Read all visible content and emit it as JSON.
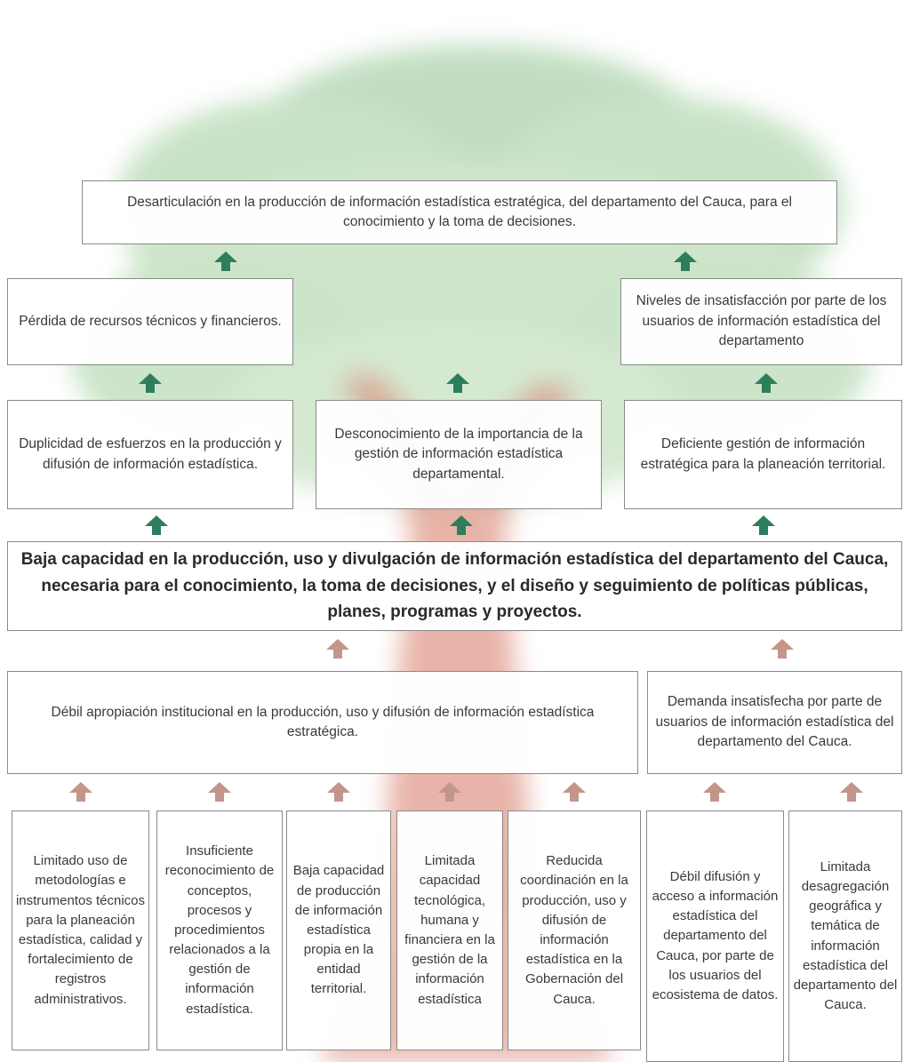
{
  "colors": {
    "effect_arrow": "#2e7d5b",
    "cause_arrow": "#c4958a",
    "box_border": "#8a8a8a",
    "canopy": "#8fc28f",
    "trunk": "#d9826f"
  },
  "icons": {
    "effect_arrow": "arrow-up-green",
    "cause_arrow": "arrow-up-brown"
  },
  "effects": {
    "top": "Desarticulación en la producción de información estadística estratégica, del departamento del Cauca, para el conocimiento y la toma de decisiones.",
    "level2": [
      "Pérdida de recursos técnicos y financieros.",
      "Niveles de insatisfacción por parte de los usuarios de información estadística del departamento"
    ],
    "level3": [
      "Duplicidad de esfuerzos en la producción y difusión de información estadística.",
      "Desconocimiento de la importancia de la gestión de información estadística departamental.",
      "Deficiente gestión de información estratégica para la planeación territorial."
    ]
  },
  "core_problem": "Baja capacidad en la producción, uso y divulgación de información estadística del departamento del Cauca, necesaria para el conocimiento, la toma de decisiones, y el diseño y seguimiento de políticas públicas, planes, programas y proyectos.",
  "causes": {
    "main": [
      "Débil apropiación institucional en la producción, uso y difusión de información estadística estratégica.",
      "Demanda insatisfecha por parte de usuarios de información estadística del departamento del Cauca."
    ],
    "root": [
      "Limitado uso de metodologías e instrumentos técnicos para la planeación estadística, calidad y fortalecimiento de registros administrativos.",
      "Insuficiente reconocimiento de conceptos, procesos y procedimientos relacionados a la gestión de información estadística.",
      "Baja capacidad de producción de información estadística propia en la entidad territorial.",
      "Limitada capacidad tecnológica, humana y financiera en la gestión de la información estadística",
      "Reducida coordinación en la producción, uso y difusión de información estadística en la Gobernación del Cauca.",
      "Débil difusión y acceso a información estadística del departamento del Cauca, por parte de los usuarios del ecosistema de datos.",
      "Limitada desagregación geográfica y temática de información estadística del departamento del Cauca."
    ]
  }
}
